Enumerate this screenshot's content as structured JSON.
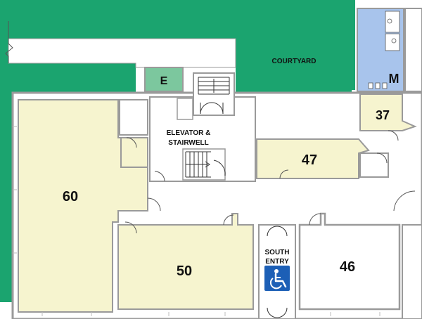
{
  "labels": {
    "courtyard": "COURTYARD",
    "elevator_stairwell_line1": "ELEVATOR &",
    "elevator_stairwell_line2": "STAIRWELL",
    "south_entry_line1": "SOUTH",
    "south_entry_line2": "ENTRY"
  },
  "rooms": {
    "room_60": "60",
    "room_50": "50",
    "room_47": "47",
    "room_46": "46",
    "room_37": "37",
    "room_e": "E",
    "room_m": "M"
  },
  "colors": {
    "courtyard_green": "#1BA46F",
    "room_yellow": "#F6F4CF",
    "restroom_blue": "#A8C4EC",
    "elevator_room_green": "#7CC79E",
    "accessible_blue": "#1C5FB6",
    "wall": "#9A9A9A"
  },
  "icons": {
    "accessible": "wheelchair-icon"
  }
}
